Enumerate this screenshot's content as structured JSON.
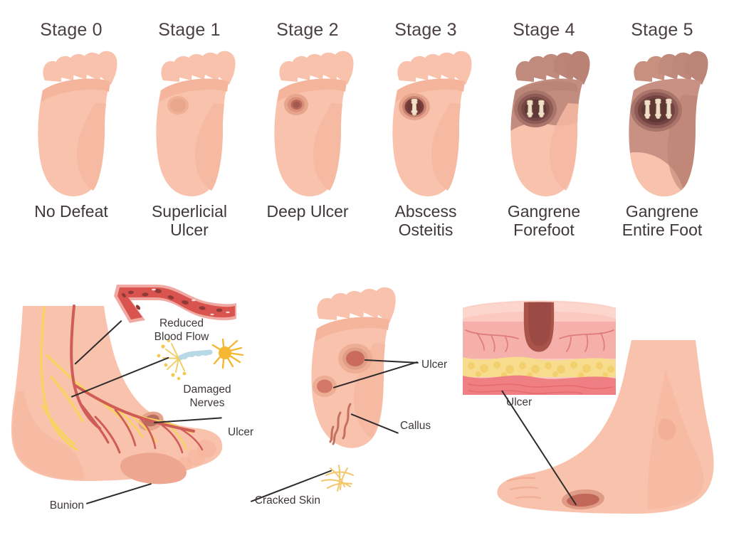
{
  "stages": [
    {
      "title": "Stage 0",
      "caption": "No Defeat",
      "skin": "#f7bda6",
      "skin_shade": "#f2ae97",
      "toe_line": "#eda690",
      "necrosis": "none",
      "ulcer": "none",
      "bones": 0
    },
    {
      "title": "Stage 1",
      "caption": "Superlicial\nUlcer",
      "skin": "#f7bda6",
      "skin_shade": "#f2ae97",
      "toe_line": "#eda690",
      "necrosis": "none",
      "ulcer": "superficial",
      "bones": 0
    },
    {
      "title": "Stage 2",
      "caption": "Deep Ulcer",
      "skin": "#f7bda6",
      "skin_shade": "#f2ae97",
      "toe_line": "#eda690",
      "necrosis": "none",
      "ulcer": "deep",
      "bones": 0
    },
    {
      "title": "Stage 3",
      "caption": "Abscess\nOsteitis",
      "skin": "#f7bda6",
      "skin_shade": "#f2ae97",
      "toe_line": "#eda690",
      "necrosis": "none",
      "ulcer": "abscess",
      "bones": 1
    },
    {
      "title": "Stage 4",
      "caption": "Gangrene\nForefoot",
      "skin": "#f7bda6",
      "skin_shade": "#f2ae97",
      "toe_line": "#c08b7e",
      "necrosis": "forefoot",
      "ulcer": "gangrene",
      "bones": 2
    },
    {
      "title": "Stage 5",
      "caption": "Gangrene\nEntire Foot",
      "skin": "#f7bda6",
      "skin_shade": "#f2ae97",
      "toe_line": "#bb8579",
      "necrosis": "whole",
      "ulcer": "gangrene-large",
      "bones": 3
    }
  ],
  "vascular_panel": {
    "blood_label": "Reduced\nBlood Flow",
    "nerve_label": "Damaged\nNerves",
    "ulcer_label": "Ulcer",
    "bunion_label": "Bunion"
  },
  "sole_panel": {
    "ulcer_label": "Ulcer",
    "callus_label": "Callus",
    "cracked_skin_label": "Cracked Skin"
  },
  "cross_section_panel": {
    "ulcer_label": "Ulcer"
  },
  "colors": {
    "skin": "#f7bda6",
    "skin_light": "#fac6b1",
    "skin_shade": "#f2ae97",
    "skin_deep_shade": "#eda18a",
    "text": "#3f3739",
    "leader": "#2f2b2c",
    "necrosis_light": "#c99183",
    "necrosis_mid": "#b9806f",
    "necrosis_dark": "#8e5f57",
    "ulcer_rim": "#e2957f",
    "ulcer_red": "#c4594e",
    "ulcer_dark": "#7d4340",
    "bone": "#f2e3cf",
    "artery": "#d9534f",
    "artery_light": "#f0a8a2",
    "vein_yellow": "#f6d45f",
    "nerve_body": "#f5b731",
    "nerve_axon": "#b9d8e6",
    "fat": "#f7dc8e",
    "muscle": "#ef7f82",
    "dermis": "#f6b0ab",
    "epidermis": "#fbc9c0"
  }
}
